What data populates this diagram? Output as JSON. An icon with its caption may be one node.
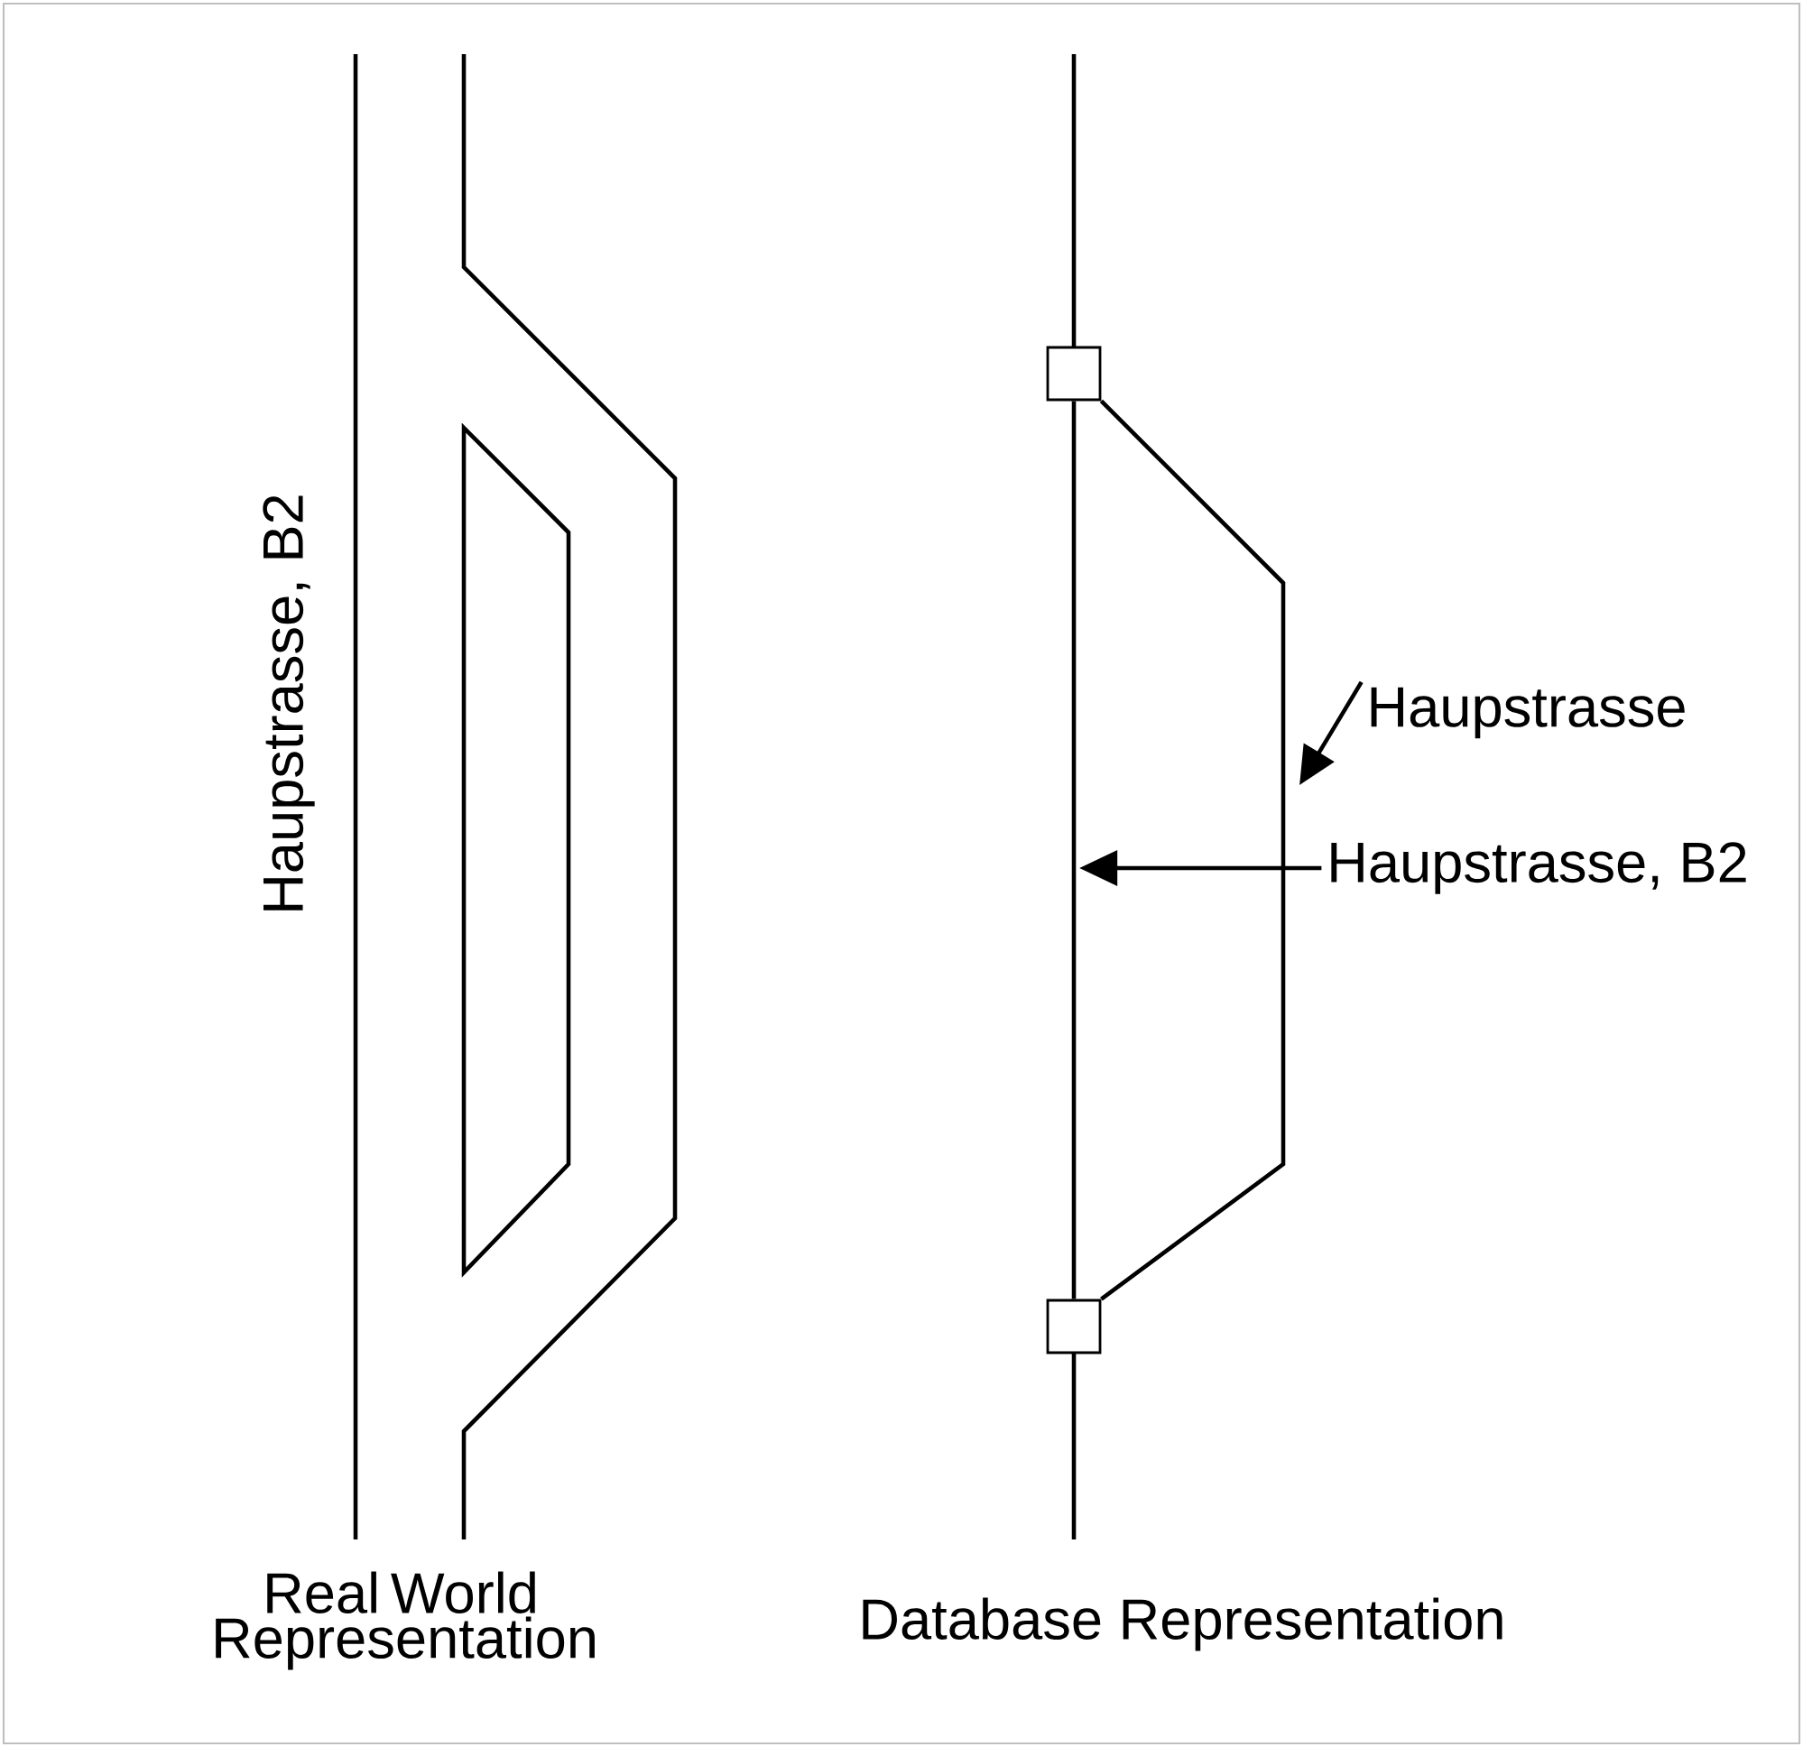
{
  "diagram": {
    "nodes": [
      {
        "text": [],
        "shape": "box"
      },
      {
        "text": [
          "Haupstrasse"
        ]
      },
      {
        "text": [
          "Haupstrasse, B2"
        ]
      },
      {
        "text": [],
        "shape": "box"
      }
    ],
    "edges": [
      {
        "from": 0,
        "to": 3,
        "arrow": "none"
      },
      {
        "from": 0,
        "to": 3,
        "arrow": "none"
      },
      {
        "from": 1,
        "to": null,
        "arrow": "to"
      },
      {
        "from": 2,
        "to": null,
        "arrow": "to"
      }
    ],
    "labels": [
      "Haupstrasse, B2",
      "Real World Representation",
      "Database Representation"
    ]
  }
}
